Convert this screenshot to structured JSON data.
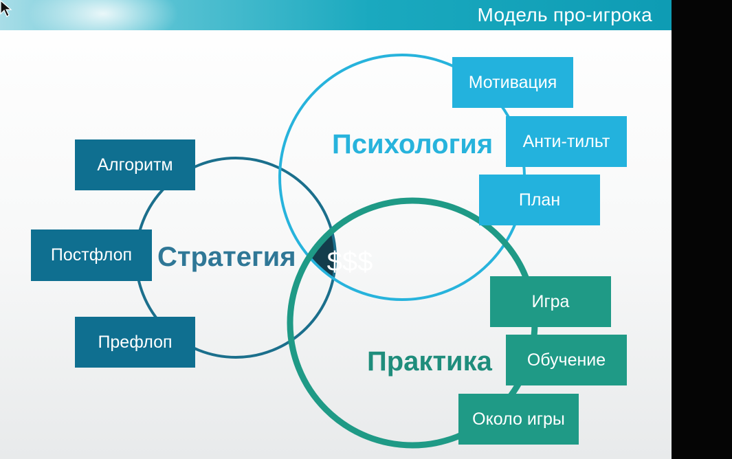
{
  "slide": {
    "title": "Модель про-игрока"
  },
  "diagram": {
    "center_label": "$$$",
    "groups": [
      {
        "id": "strategy",
        "label": "Стратегия",
        "color": "#1b6f8c",
        "items": [
          "Алгоритм",
          "Постфлоп",
          "Префлоп"
        ]
      },
      {
        "id": "psychology",
        "label": "Психология",
        "color": "#27b3dc",
        "items": [
          "Мотивация",
          "Анти-тильт",
          "План"
        ]
      },
      {
        "id": "practice",
        "label": "Практика",
        "color": "#1f9a86",
        "items": [
          "Игра",
          "Обучение",
          "Около игры"
        ]
      }
    ],
    "intersection_color": "#133d4c"
  }
}
